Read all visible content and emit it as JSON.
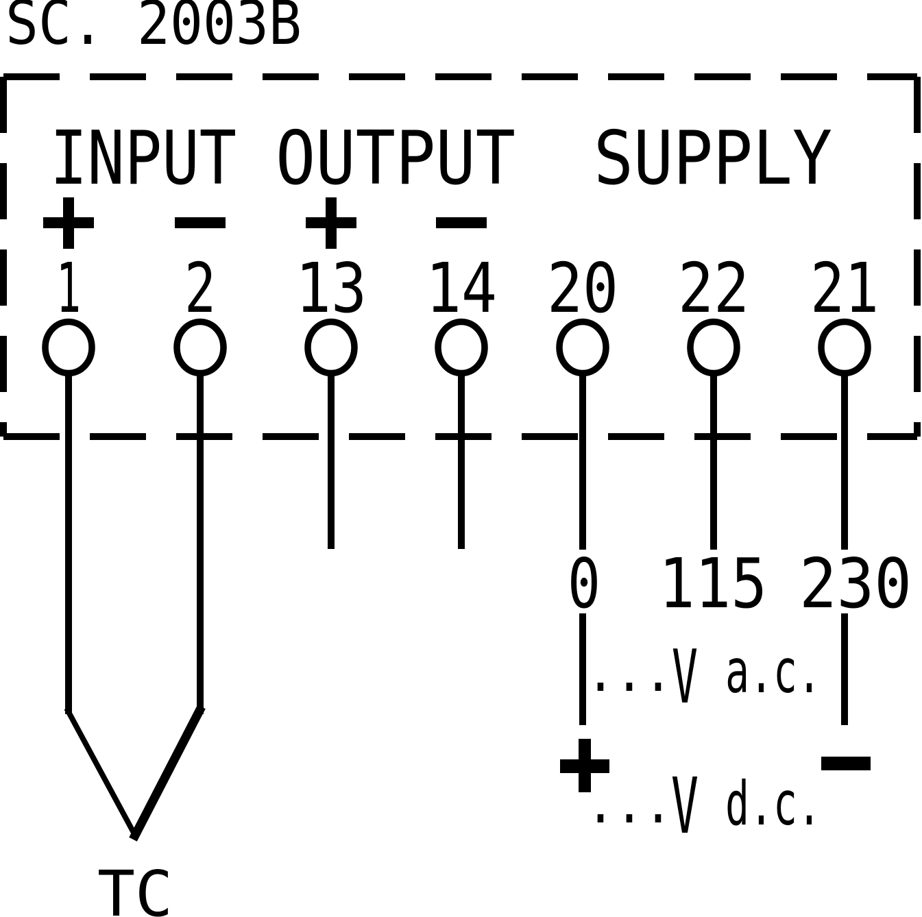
{
  "title": "SC. 2003B",
  "box": {
    "sections": {
      "input": "INPUT",
      "output": "OUTPUT",
      "supply": "SUPPLY"
    }
  },
  "terminals": [
    {
      "id": "1",
      "polarity": "+",
      "section": "input"
    },
    {
      "id": "2",
      "polarity": "-",
      "section": "input"
    },
    {
      "id": "13",
      "polarity": "+",
      "section": "output"
    },
    {
      "id": "14",
      "polarity": "-",
      "section": "output"
    },
    {
      "id": "20",
      "section": "supply"
    },
    {
      "id": "22",
      "section": "supply"
    },
    {
      "id": "21",
      "section": "supply"
    }
  ],
  "supply": {
    "taps": [
      "0",
      "115",
      "230"
    ],
    "ac": {
      "dots": "...",
      "volt": "V",
      "unit": "a.c."
    },
    "dc": {
      "dots": "...",
      "volt": "V",
      "unit": "d.c.",
      "plus": "+",
      "minus": "-"
    }
  },
  "sensor": {
    "label": "TC"
  },
  "colors": {
    "ink": "#000000",
    "background": "#ffffff"
  }
}
